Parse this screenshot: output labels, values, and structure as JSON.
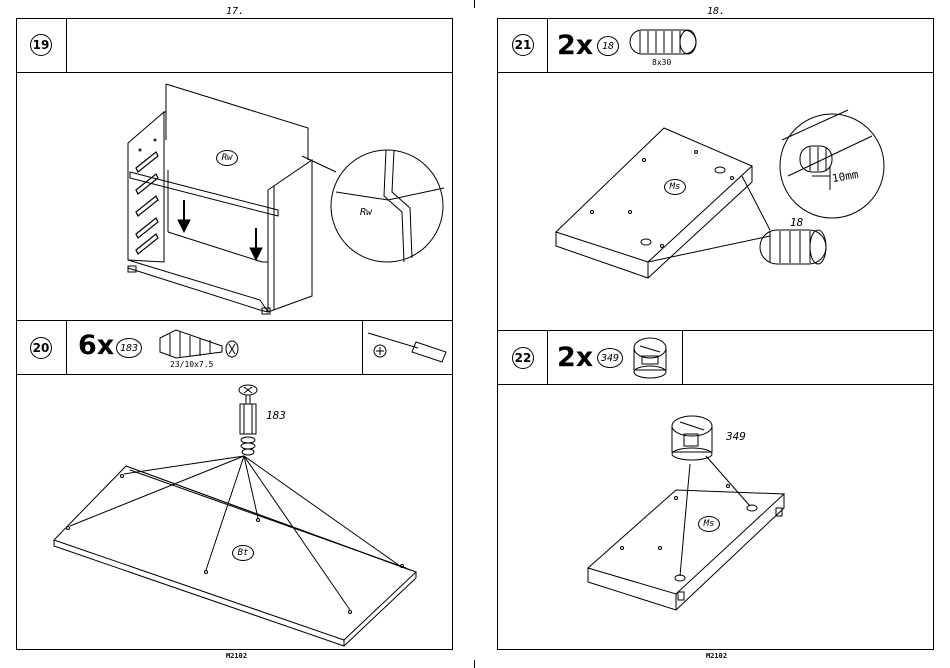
{
  "left_page": {
    "page_number": "17.",
    "footer_code": "M2102",
    "step19": {
      "number": "19",
      "tag": "Rw",
      "detail_tag": "Rw"
    },
    "step20": {
      "number": "20",
      "quantity": "6x",
      "part": "183",
      "part_size": "23/10x7.5",
      "callout": "183",
      "tag": "Bt",
      "tool": "phillips-screwdriver"
    }
  },
  "right_page": {
    "page_number": "18.",
    "footer_code": "M2102",
    "step21": {
      "number": "21",
      "quantity": "2x",
      "part": "18",
      "part_size": "8x30",
      "tag": "Ms",
      "callout": "18",
      "measurement": "10mm"
    },
    "step22": {
      "number": "22",
      "quantity": "2x",
      "part": "349",
      "tag": "Ms",
      "callout": "349"
    }
  }
}
